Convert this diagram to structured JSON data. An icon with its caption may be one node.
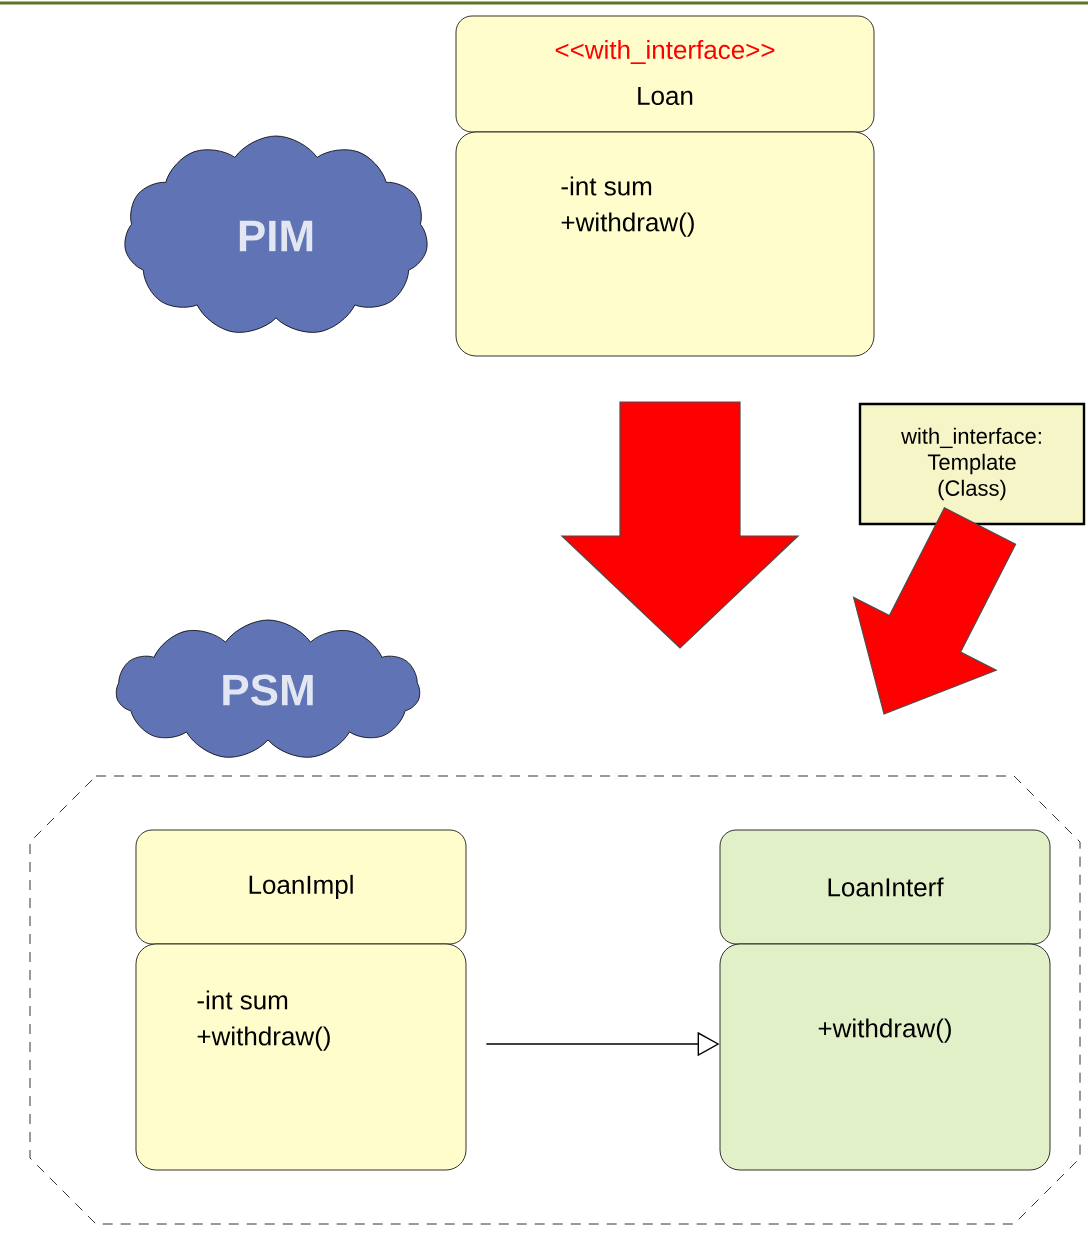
{
  "diagram": {
    "nodes": [
      {
        "text": [
          "PIM"
        ]
      },
      {
        "text": [
          "<<with_interface>>",
          "Loan",
          "-int sum",
          "+withdraw()"
        ]
      },
      {
        "text": [
          "with_interface:",
          "Template",
          "(Class)"
        ]
      },
      {
        "text": [
          "PSM"
        ]
      },
      {
        "text": [],
        "shape": "octagon"
      },
      {
        "text": [
          "LoanImpl",
          "-int sum",
          "+withdraw()"
        ],
        "in": 4
      },
      {
        "text": [
          "LoanInterf",
          "+withdraw()"
        ],
        "in": 4
      }
    ],
    "edges": [
      {
        "from": 1,
        "to": 4,
        "arrow": "to",
        "style": "thick",
        "color": "#ff0000"
      },
      {
        "from": 2,
        "to": 4,
        "arrow": "to",
        "style": "thick",
        "color": "#ff0000"
      },
      {
        "from": 5,
        "to": 6,
        "arrow": "to"
      }
    ]
  }
}
